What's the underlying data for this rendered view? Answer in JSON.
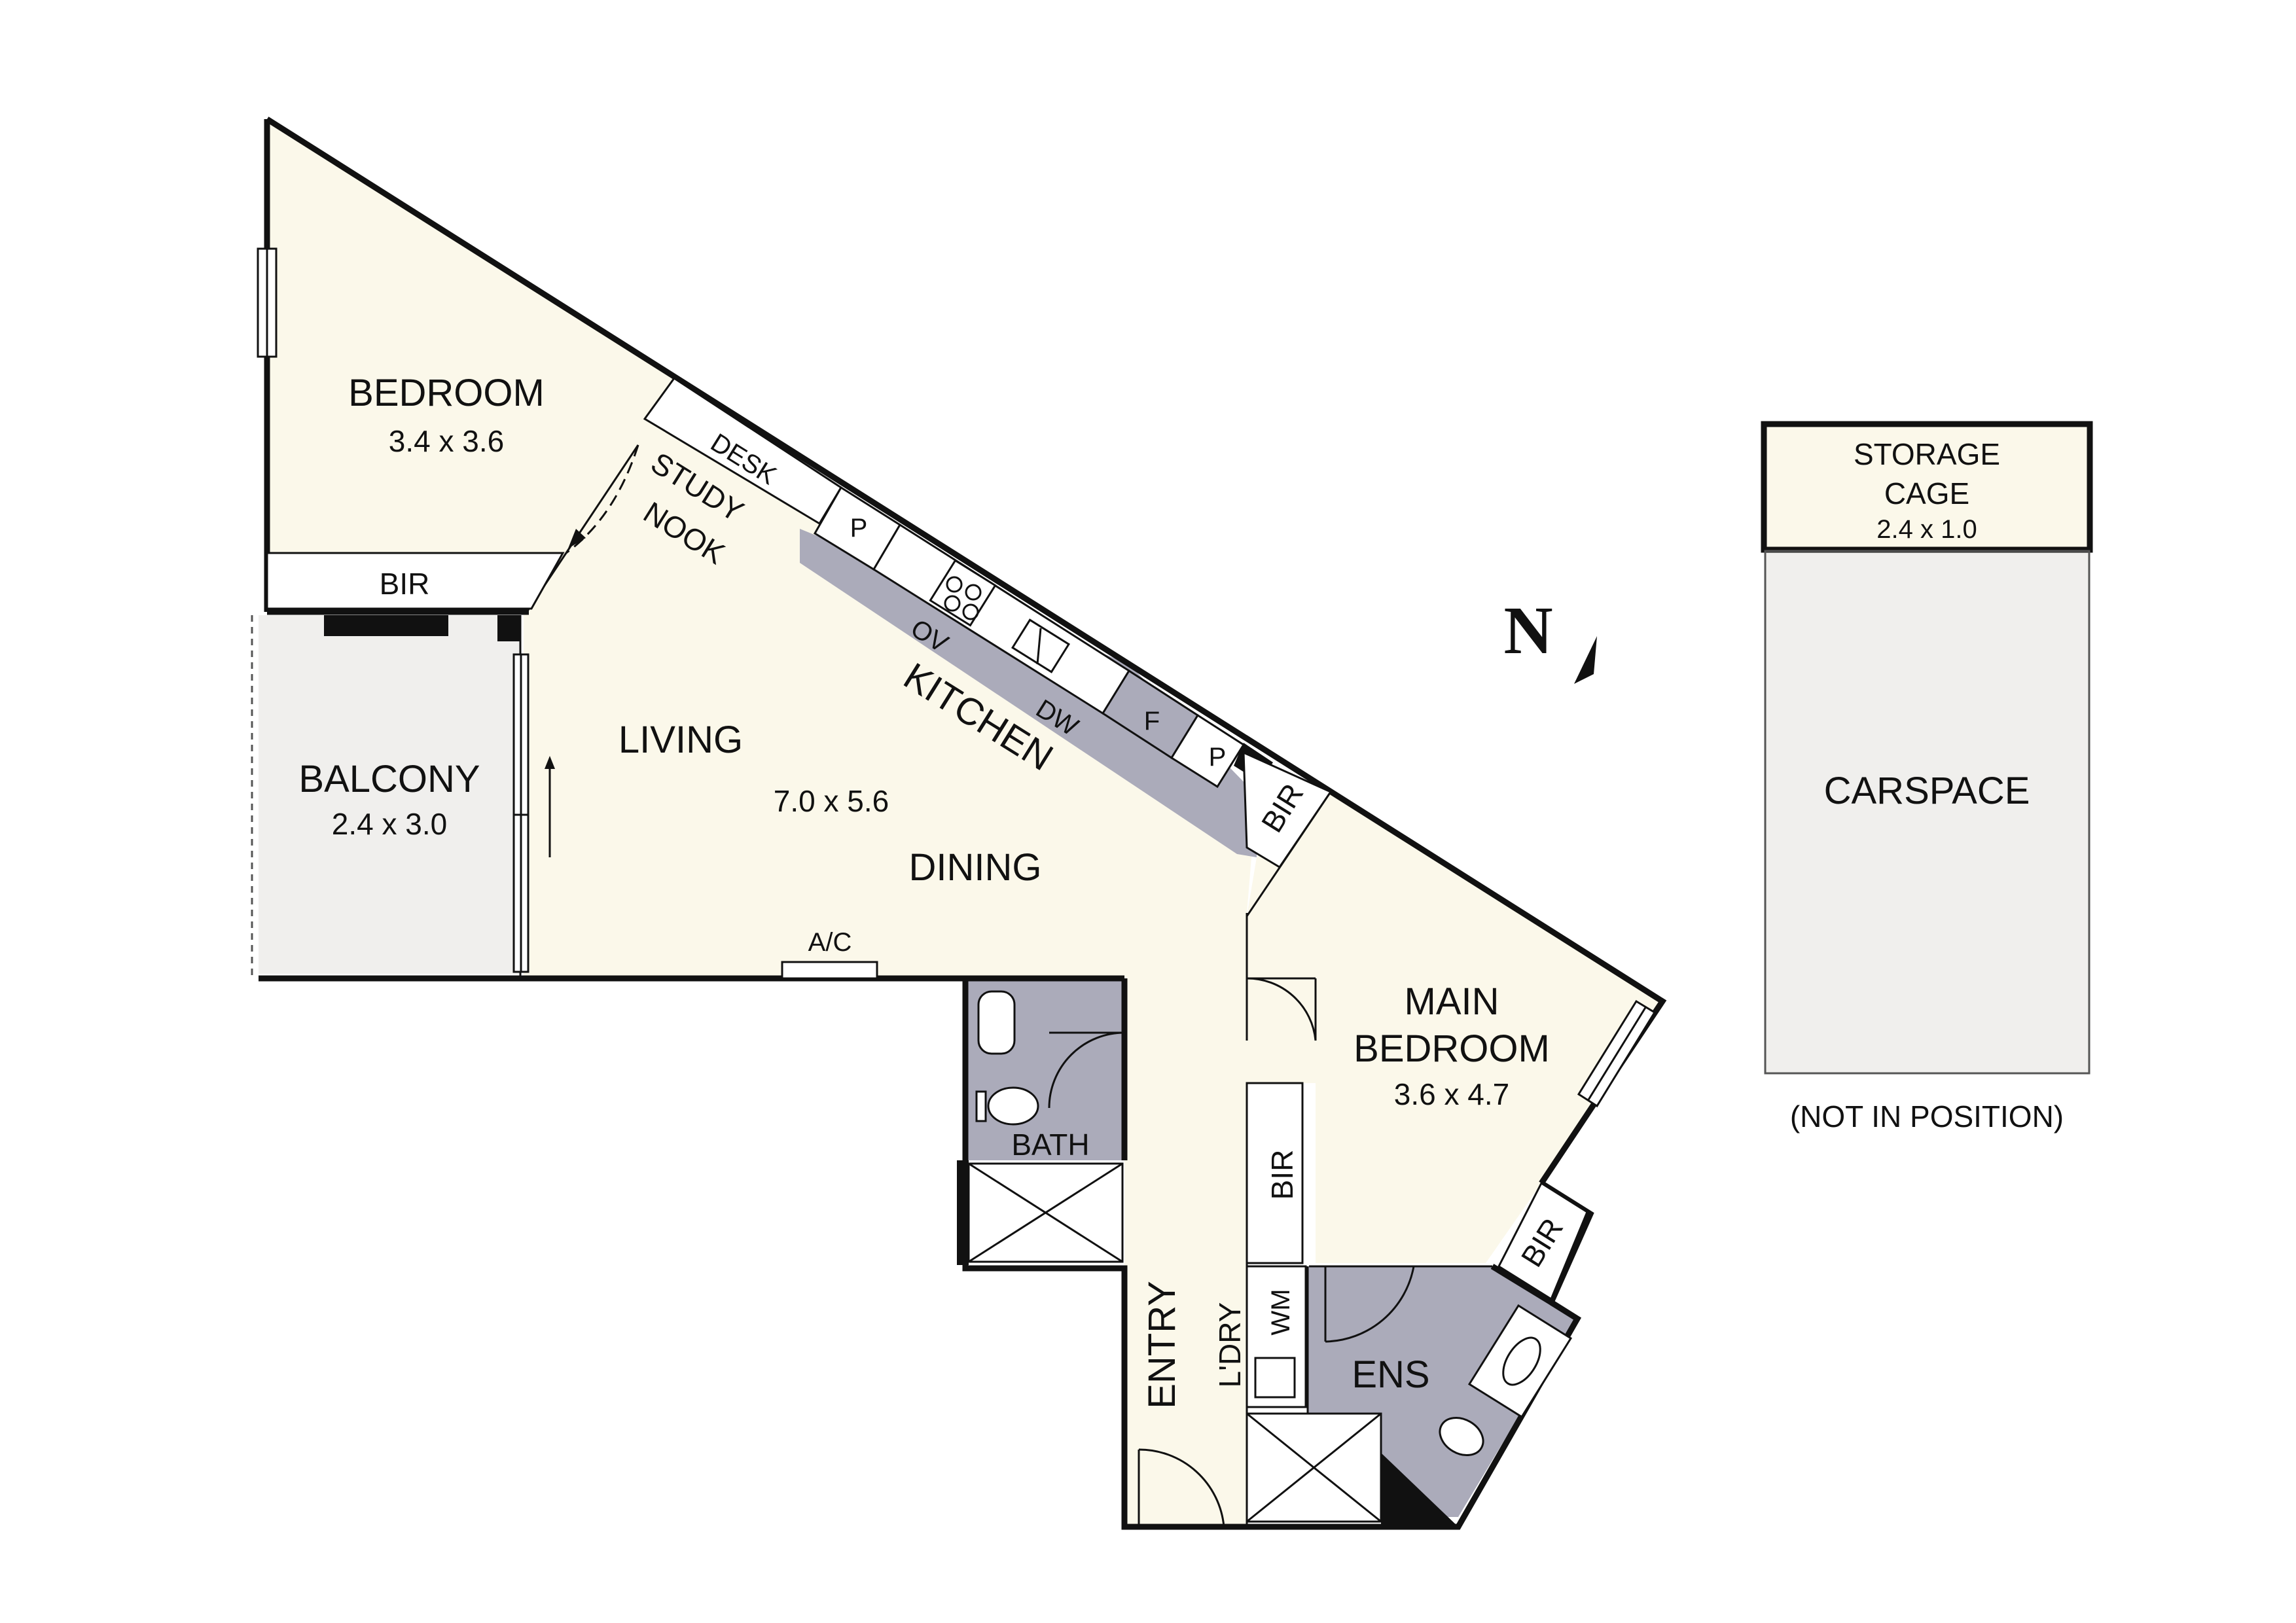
{
  "plan": {
    "colors": {
      "floor": "#FBF8EA",
      "wet": "#ABABBA",
      "balcony": "#F0EFED",
      "carspace": "#F0EFED",
      "wall": "#111111"
    },
    "rooms": {
      "bedroom": {
        "name": "BEDROOM",
        "size": "3.4 x 3.6"
      },
      "bir_bedroom": "BIR",
      "desk": "DESK",
      "study": [
        "STUDY",
        "NOOK"
      ],
      "pantry_1": "P",
      "pantry_2": "P",
      "oven": "OV",
      "dishwasher": "DW",
      "fridge": "F",
      "kitchen": "KITCHEN",
      "balcony": {
        "name": "BALCONY",
        "size": "2.4 x 3.0"
      },
      "living": "LIVING",
      "living_size": "7.0 x 5.6",
      "dining": "DINING",
      "ac": "A/C",
      "bath": "BATH",
      "entry": "ENTRY",
      "laundry": "L'DRY",
      "washing_machine": "WM",
      "bir_hall": "BIR",
      "bir_main_top": "BIR",
      "bir_main_side": "BIR",
      "main_bedroom": {
        "name1": "MAIN",
        "name2": "BEDROOM",
        "size": "3.6 x 4.7"
      },
      "ensuite": "ENS"
    },
    "storage": {
      "line1": "STORAGE",
      "line2": "CAGE",
      "size": "2.4 x 1.0"
    },
    "carspace": {
      "label": "CARSPACE",
      "note": "(NOT IN POSITION)"
    },
    "compass": {
      "label": "N",
      "icon": "north-arrow-icon"
    }
  }
}
